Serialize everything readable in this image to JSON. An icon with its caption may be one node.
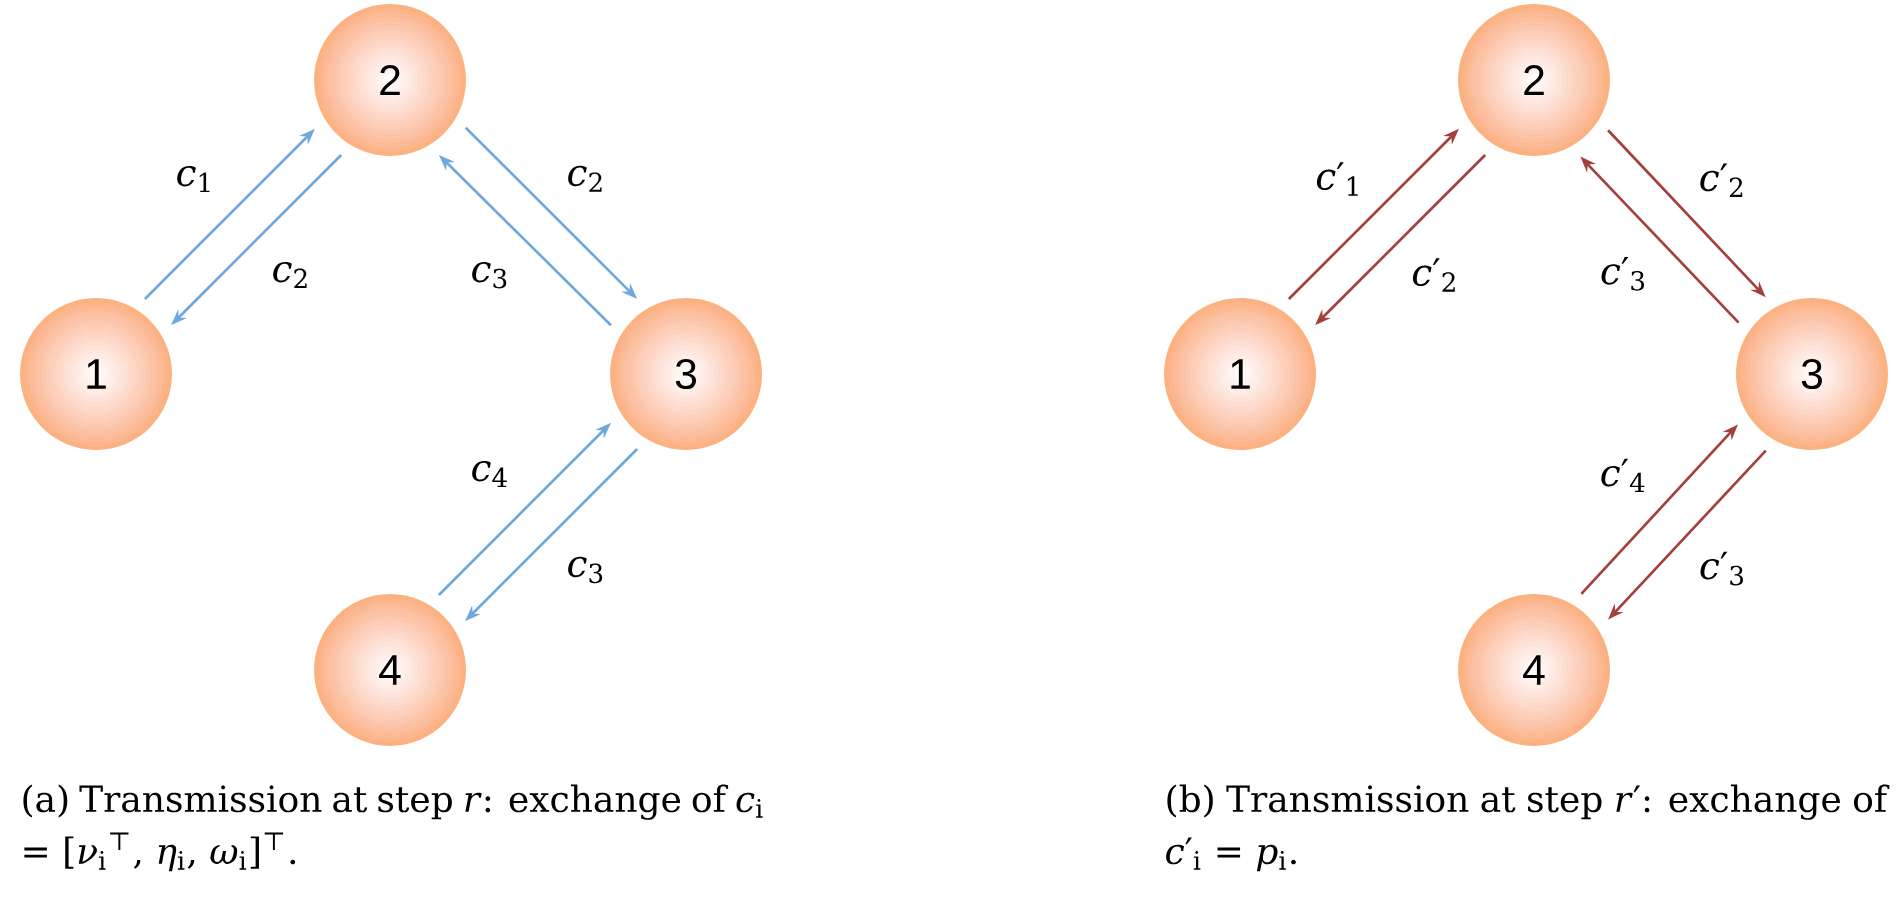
{
  "diagram": {
    "nodes": [
      {
        "text": [
          "1"
        ]
      },
      {
        "text": [
          "2"
        ]
      },
      {
        "text": [
          "3"
        ]
      },
      {
        "text": [
          "4"
        ]
      },
      {
        "text": [
          "1"
        ]
      },
      {
        "text": [
          "2"
        ]
      },
      {
        "text": [
          "3"
        ]
      },
      {
        "text": [
          "4"
        ]
      }
    ],
    "edges": [
      {
        "from": 0,
        "to": 1,
        "arrow": "to",
        "label": "*c*$_{1}$",
        "color": "#6fa8dc"
      },
      {
        "from": 1,
        "to": 0,
        "arrow": "to",
        "label": "*c*$_{2}$",
        "color": "#6fa8dc"
      },
      {
        "from": 1,
        "to": 2,
        "arrow": "to",
        "label": "*c*$_{2}$",
        "color": "#6fa8dc"
      },
      {
        "from": 2,
        "to": 1,
        "arrow": "to",
        "label": "*c*$_{3}$",
        "color": "#6fa8dc"
      },
      {
        "from": 3,
        "to": 2,
        "arrow": "to",
        "label": "*c*$_{4}$",
        "color": "#6fa8dc"
      },
      {
        "from": 2,
        "to": 3,
        "arrow": "to",
        "label": "*c*$_{3}$",
        "color": "#6fa8dc"
      },
      {
        "from": 4,
        "to": 5,
        "arrow": "to",
        "label": "*c*′$_{1}$",
        "color": "#a4403c"
      },
      {
        "from": 5,
        "to": 4,
        "arrow": "to",
        "label": "*c*′$_{2}$",
        "color": "#a4403c"
      },
      {
        "from": 5,
        "to": 6,
        "arrow": "to",
        "label": "*c*′$_{2}$",
        "color": "#a4403c"
      },
      {
        "from": 6,
        "to": 5,
        "arrow": "to",
        "label": "*c*′$_{3}$",
        "color": "#a4403c"
      },
      {
        "from": 7,
        "to": 6,
        "arrow": "to",
        "label": "*c*′$_{4}$",
        "color": "#a4403c"
      },
      {
        "from": 6,
        "to": 7,
        "arrow": "to",
        "label": "*c*′$_{3}$",
        "color": "#a4403c"
      }
    ],
    "labels": [
      "(a) Transmission at step *r*: exchange of *c*$_{i}$ = [*ν*$_{i}$$^{⊤}$, *η*$_{i}$, *ω*$_{i}$]$^{⊤}$.",
      "(b) Transmission at step *r*′: exchange of *c*′$_{i}$ = *p*$_{i}$."
    ]
  }
}
